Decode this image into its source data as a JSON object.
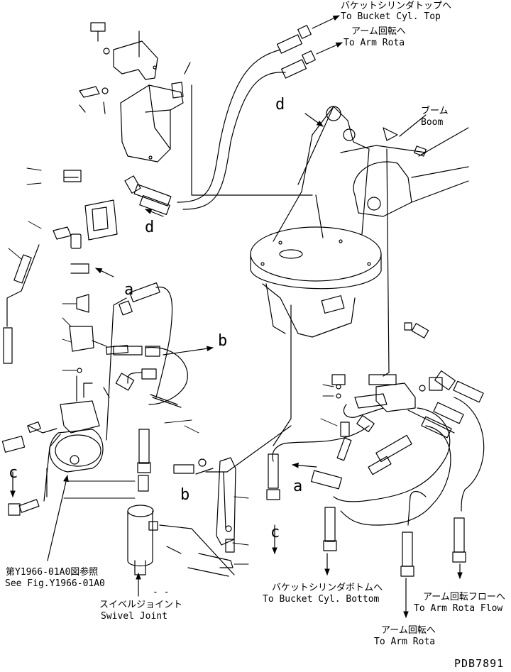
{
  "labels": {
    "bucket_top_jp": "バケットシリンダトップへ",
    "bucket_top_en": "To Bucket Cyl. Top",
    "arm_rota_top_jp": "アーム回転へ",
    "arm_rota_top_en": "To Arm Rota",
    "boom_jp": "ブーム",
    "boom_en": "Boom",
    "bucket_bottom_jp": "バケットシリンダボトムへ",
    "bucket_bottom_en": "To Bucket Cyl. Bottom",
    "arm_rota_flow_jp": "アーム回転フローへ",
    "arm_rota_flow_en": "To Arm Rota Flow",
    "arm_rota_bottom_jp": "アーム回転へ",
    "arm_rota_bottom_en": "To Arm Rota",
    "see_fig_jp": "第Y1966-01A0図参照",
    "see_fig_en": "See Fig.Y1966-01A0",
    "swivel_marks": "- -",
    "swivel_jp": "スイベルジョイント",
    "swivel_en": "Swivel Joint",
    "drawing_ref": "PDB7891"
  },
  "callouts": {
    "d_top": "d",
    "d_mid": "d",
    "a_left": "a",
    "a_right": "a",
    "b_right": "b",
    "b_left": "b",
    "c_left": "c",
    "c_right": "c"
  }
}
